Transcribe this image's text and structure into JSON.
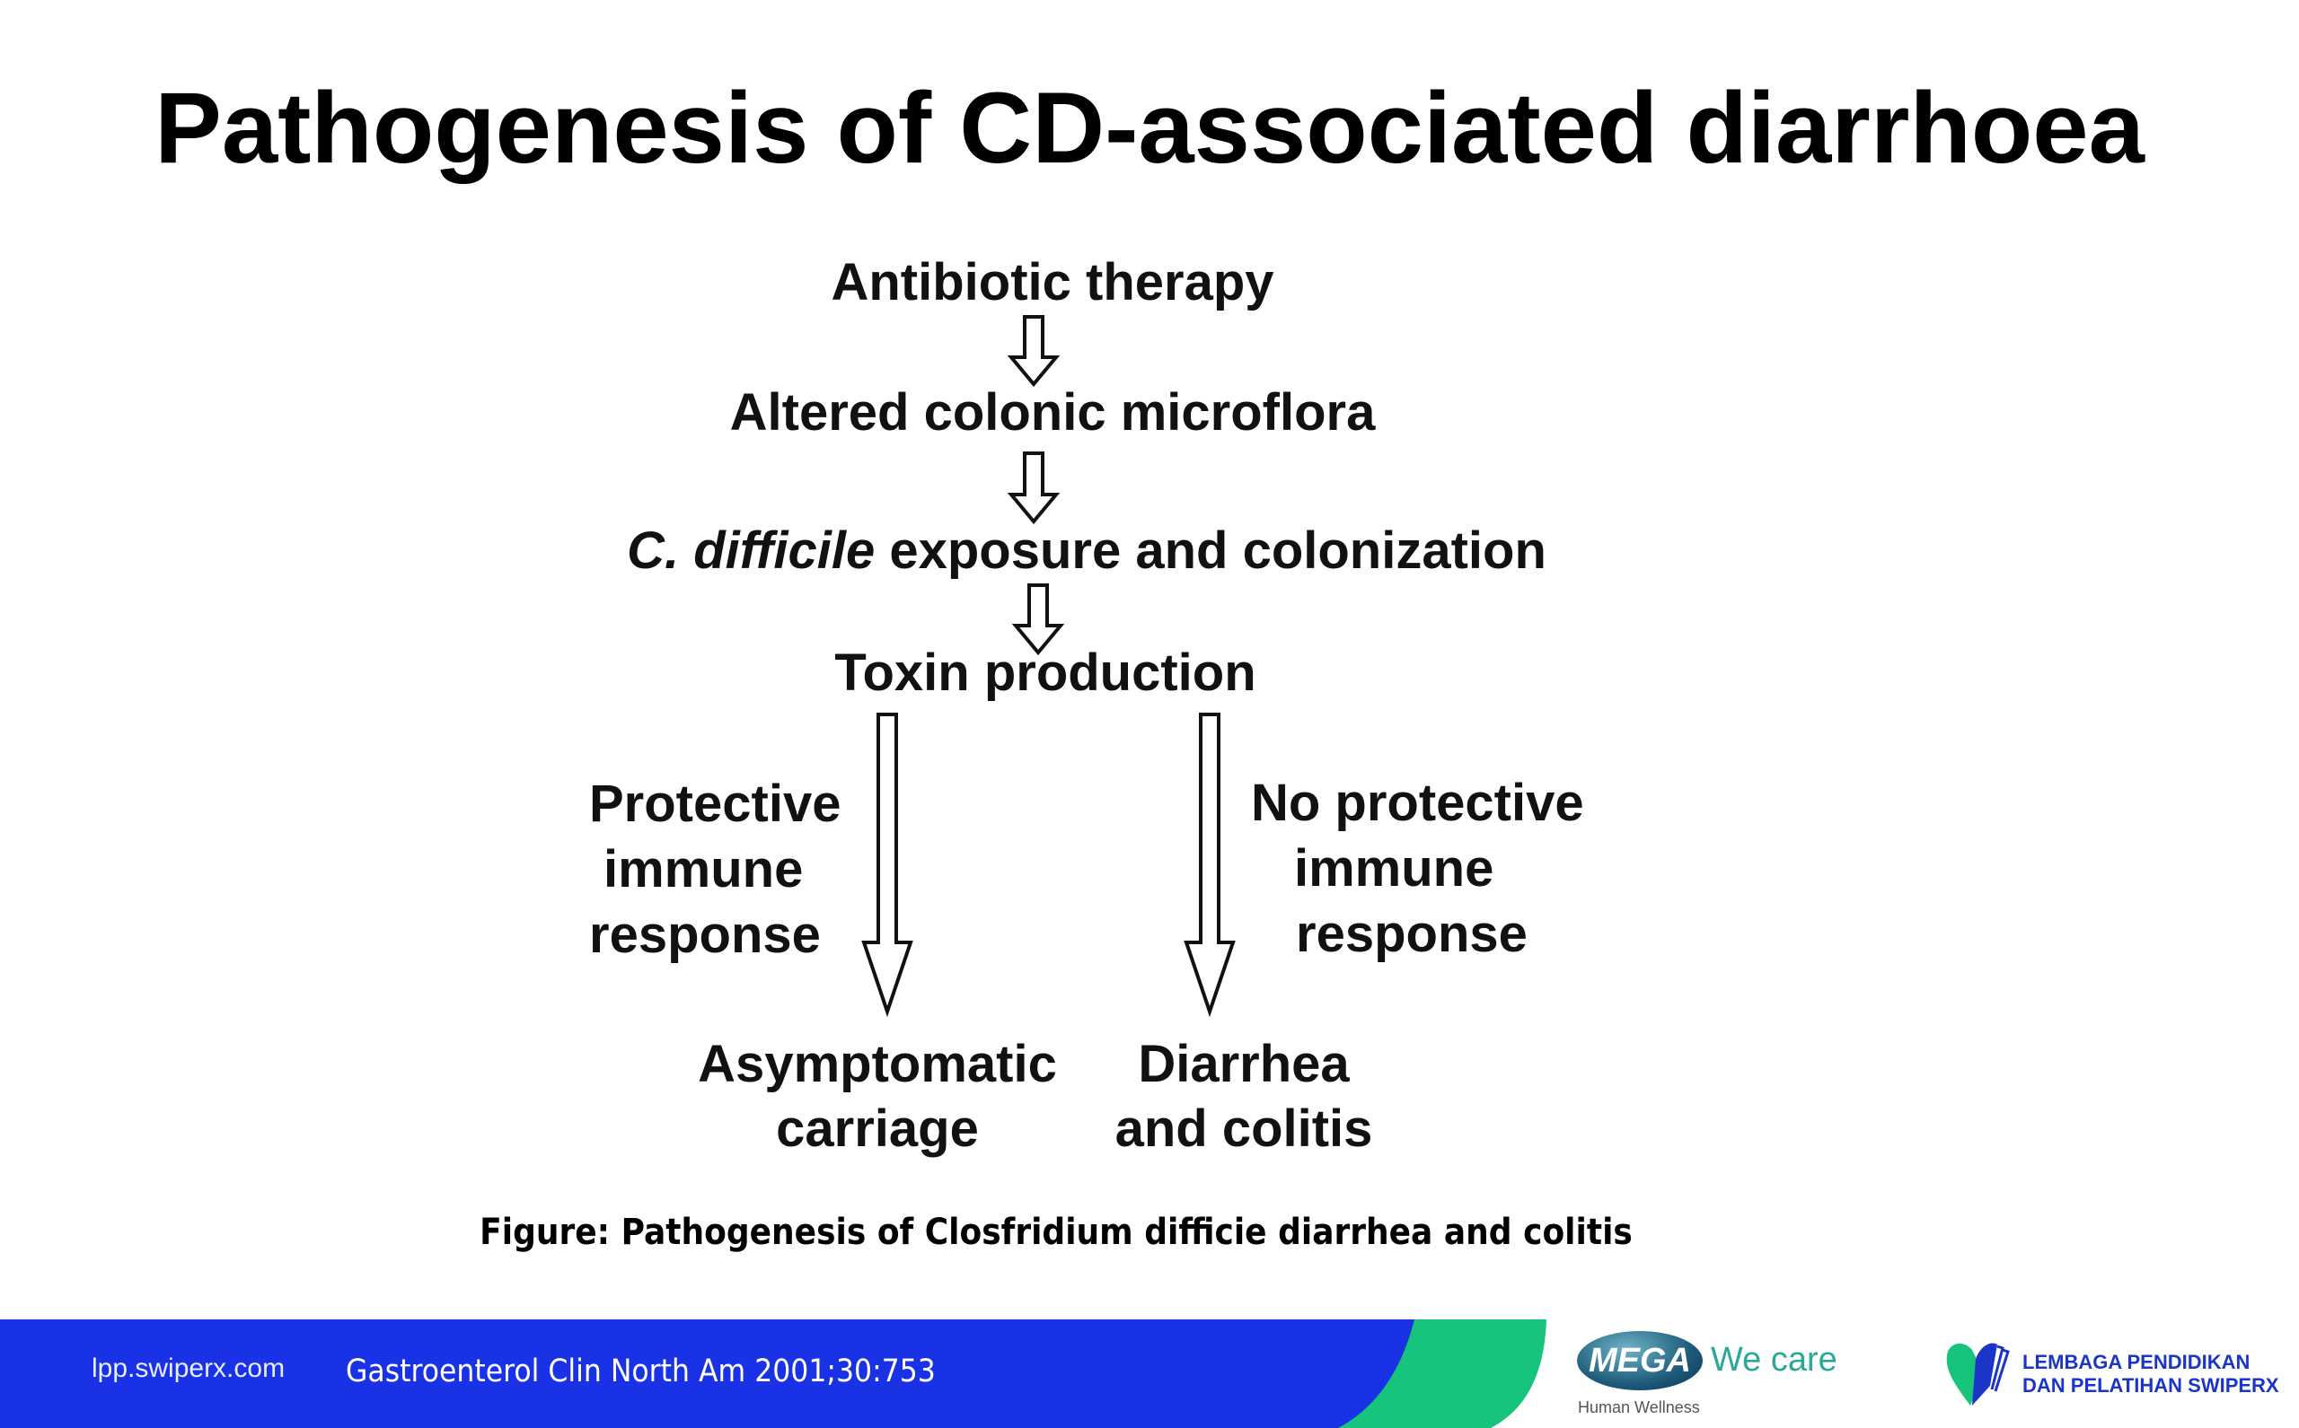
{
  "title": "Pathogenesis of CD-associated diarrhoea",
  "diagram": {
    "step1": "Antibiotic therapy",
    "step2": "Altered colonic microflora",
    "step3_italic": "C. difficile",
    "step3_rest": " exposure and colonization",
    "step4": "Toxin production",
    "left_branch": [
      "Protective",
      "immune",
      "response"
    ],
    "right_branch": [
      "No protective",
      "immune",
      "response"
    ],
    "left_outcome": [
      "Asymptomatic",
      "carriage"
    ],
    "right_outcome": [
      "Diarrhea",
      "and colitis"
    ]
  },
  "caption": "Figure: Pathogenesis of Closfridium difficie diarrhea and colitis",
  "footer": {
    "url": "lpp.swiperx.com",
    "reference": "Gastroenterol Clin North Am 2001;30:753",
    "mega_logo": "MEGA",
    "mega_tagline": "We care",
    "mega_sub": "Human Wellness",
    "lp_logo_line1": "LEMBAGA PENDIDIKAN",
    "lp_logo_line2": "DAN PELATIHAN SWIPERX",
    "colors": {
      "blue": "#1932E6",
      "green": "#17C47C"
    }
  }
}
